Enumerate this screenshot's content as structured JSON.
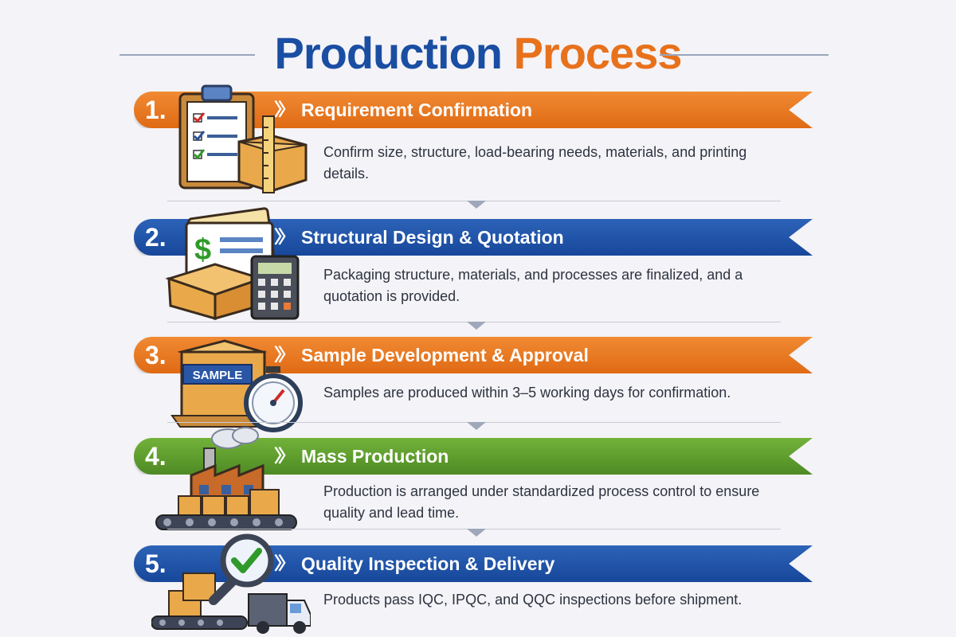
{
  "title": {
    "word1": "Production",
    "word2": "Process"
  },
  "colors": {
    "orange": "#e8711c",
    "blue": "#1a4ea3",
    "green": "#5f9d2e"
  },
  "steps": [
    {
      "number": "1.",
      "title": "Requirement Confirmation",
      "description": "Confirm size, structure, load-bearing needs, materials, and printing details.",
      "color": "orange",
      "icon": "clipboard-box-icon"
    },
    {
      "number": "2.",
      "title": "Structural Design & Quotation",
      "description": "Packaging structure, materials, and processes are finalized, and a quotation is provided.",
      "color": "blue",
      "icon": "quote-calculator-icon"
    },
    {
      "number": "3.",
      "title": "Sample Development & Approval",
      "description": "Samples are produced within 3–5 working days for confirmation.",
      "sample_label": "SAMPLE",
      "color": "orange",
      "icon": "sample-box-stopwatch-icon"
    },
    {
      "number": "4.",
      "title": "Mass Production",
      "description": "Production is arranged under standardized process control to ensure quality and lead time.",
      "color": "green",
      "icon": "factory-conveyor-icon"
    },
    {
      "number": "5.",
      "title": "Quality Inspection & Delivery",
      "description": "Products pass IQC, IPQC, and QQC inspections before shipment.",
      "color": "blue",
      "icon": "inspection-truck-icon"
    }
  ]
}
